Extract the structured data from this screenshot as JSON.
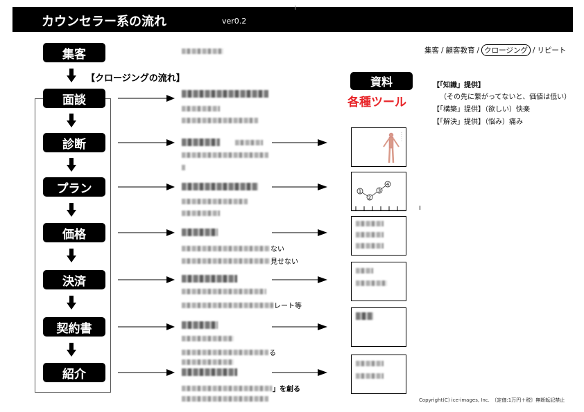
{
  "header": {
    "title": "カウンセラー系の流れ",
    "version": "ver0.2"
  },
  "nav_path": {
    "items": [
      "集客",
      "顧客教育",
      "クロージング",
      "リピート"
    ],
    "separator": "/",
    "current": "クロージング"
  },
  "closing_flow_label": "【クロージングの流れ】",
  "steps": [
    {
      "label": "集客"
    },
    {
      "label": "面談",
      "visible_text": []
    },
    {
      "label": "診断"
    },
    {
      "label": "プラン"
    },
    {
      "label": "価格",
      "visible_text": [
        "ない",
        "見せない"
      ]
    },
    {
      "label": "決済",
      "visible_text": [
        "レート等"
      ]
    },
    {
      "label": "契約書",
      "visible_text": [
        "る"
      ]
    },
    {
      "label": "紹介",
      "visible_text": [
        "」を創る"
      ]
    }
  ],
  "materials": {
    "badge": "資料",
    "subtitle": "各種ツール",
    "accent": "#e8262a"
  },
  "value_notes": [
    "【「知識」提供】",
    "（その先に繋がってないと、価値は低い）",
    "【「構築」提供】（欲しい）快楽",
    "【「解決」提供】（悩み）痛み"
  ],
  "plan_diagram": {
    "nodes": [
      "1",
      "2",
      "3",
      "4"
    ]
  },
  "footer": "Copyright(C) ice-images, Inc.　〔定価:1万円＋税〕無断転記禁止"
}
